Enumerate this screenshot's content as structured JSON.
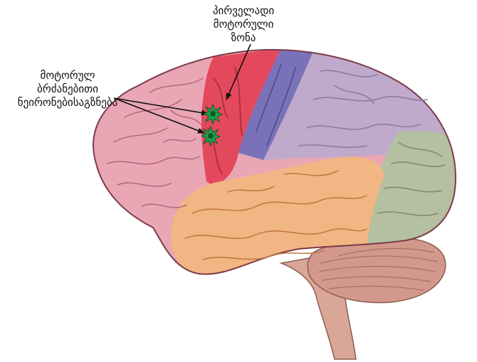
{
  "annotations": {
    "primary_motor_zone": {
      "lines": [
        "პირველადი",
        "მოტორული",
        "ზონა"
      ]
    },
    "motor_command_neurons": {
      "lines": [
        "მოტორულ",
        "ბრძანებითი",
        "ნეირონებისაგზნება"
      ]
    }
  },
  "colors": {
    "frontal_lobe": "#e9a6b4",
    "primary_motor_cortex": "#e4485c",
    "parietal_sensory_strip": "#7a72b8",
    "parietal_lobe": "#c0aacb",
    "occipital_lobe": "#b5bfa2",
    "temporal_lobe": "#f2b684",
    "cerebellum": "#d3988c",
    "brainstem": "#d9a698",
    "activation_star": "#1fa34a"
  },
  "icons": {
    "activation_marker": "green-starburst-icon"
  }
}
